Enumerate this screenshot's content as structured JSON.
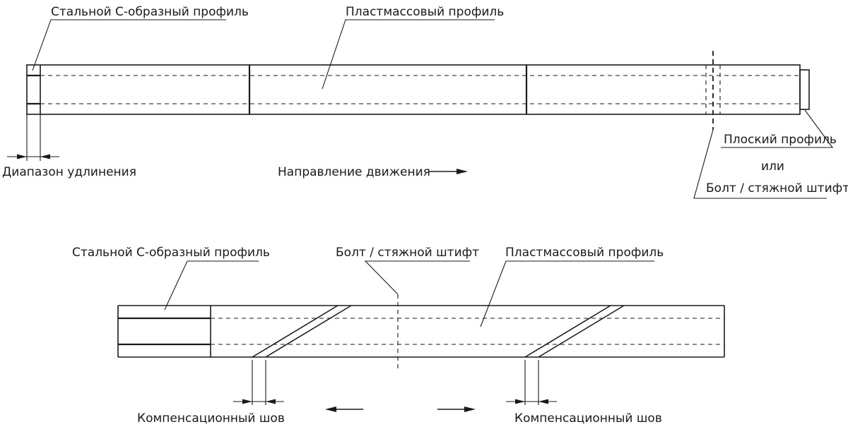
{
  "top_diagram": {
    "label_steel_profile": "Стальной С-образный профиль",
    "label_plastic_profile": "Пластмассовый профиль",
    "label_elongation_range": "Диапазон удлинения",
    "label_direction": "Направление движения",
    "label_flat_profile": "Плоский профиль",
    "label_or": "или",
    "label_bolt": "Болт / стяжной штифт"
  },
  "bottom_diagram": {
    "label_steel_profile": "Стальной С-образный профиль",
    "label_bolt": "Болт / стяжной штифт",
    "label_plastic_profile": "Пластмассовый профиль",
    "label_joint_left": "Компенсационный шов",
    "label_joint_right": "Компенсационный шов"
  }
}
